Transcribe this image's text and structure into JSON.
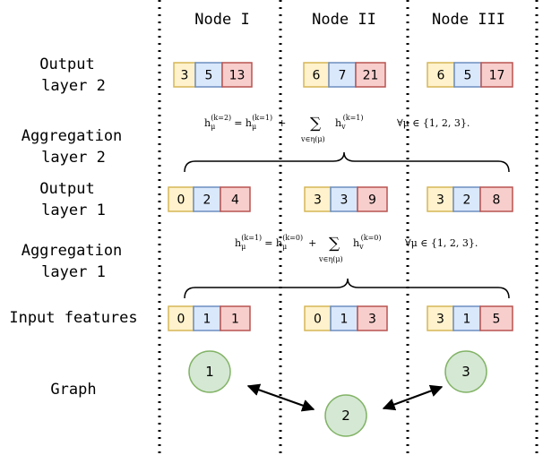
{
  "columns": [
    "Node I",
    "Node II",
    "Node III"
  ],
  "rows": {
    "output2": [
      "Output",
      "layer 2"
    ],
    "agg2": [
      "Aggregation",
      "layer 2"
    ],
    "output1": [
      "Output",
      "layer 1"
    ],
    "agg1": [
      "Aggregation",
      "layer 1"
    ],
    "input": "Input features",
    "graph": "Graph"
  },
  "vectors": {
    "output2": [
      [
        "3",
        "5",
        "13"
      ],
      [
        "6",
        "7",
        "21"
      ],
      [
        "6",
        "5",
        "17"
      ]
    ],
    "output1": [
      [
        "0",
        "2",
        "4"
      ],
      [
        "3",
        "3",
        "9"
      ],
      [
        "3",
        "2",
        "8"
      ]
    ],
    "input": [
      [
        "0",
        "1",
        "1"
      ],
      [
        "0",
        "1",
        "3"
      ],
      [
        "3",
        "1",
        "5"
      ]
    ]
  },
  "equations": {
    "agg2": {
      "lhs": "h",
      "lhs_sub": "μ",
      "lhs_sup": "(k=2)",
      "rhs1": "= h",
      "rhs1_sub": "μ",
      "rhs1_sup": "(k=1)",
      "plus": "+",
      "sum": "∑",
      "sum_sub": "v∈η(μ)",
      "rhs2": "h",
      "rhs2_sub": "v",
      "rhs2_sup": "(k=1)",
      "cond": "∀μ ∈ {1, 2, 3}."
    },
    "agg1": {
      "lhs": "h",
      "lhs_sub": "μ",
      "lhs_sup": "(k=1)",
      "rhs1": "= h",
      "rhs1_sub": "μ",
      "rhs1_sup": "(k=0)",
      "plus": "+",
      "sum": "∑",
      "sum_sub": "v∈η(μ)",
      "rhs2": "h",
      "rhs2_sub": "v",
      "rhs2_sup": "(k=0)",
      "cond": "∀μ ∈ {1, 2, 3}."
    }
  },
  "graph": {
    "nodes": [
      "1",
      "2",
      "3"
    ],
    "edges": [
      [
        "1",
        "2"
      ],
      [
        "2",
        "3"
      ]
    ]
  },
  "colors": {
    "yellow_fill": "#fff2cc",
    "yellow_stroke": "#d6b656",
    "blue_fill": "#dae8fc",
    "blue_stroke": "#6c8ebf",
    "red_fill": "#f8cecc",
    "red_stroke": "#b85450",
    "node_fill": "#d5e8d4",
    "node_stroke": "#82b366"
  }
}
